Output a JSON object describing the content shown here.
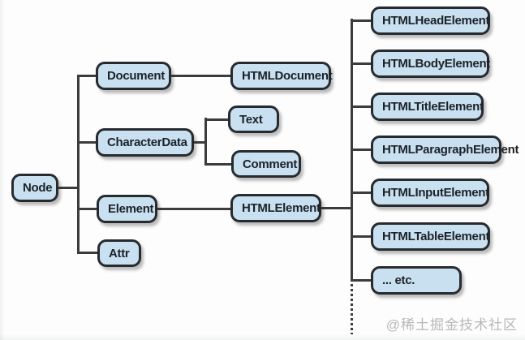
{
  "diagram": {
    "nodes": {
      "node": "Node",
      "document": "Document",
      "htmldocument": "HTMLDocument",
      "characterdata": "CharacterData",
      "text": "Text",
      "comment": "Comment",
      "element": "Element",
      "htmlelement": "HTMLElement",
      "attr": "Attr",
      "head": "HTMLHeadElement",
      "body": "HTMLBodyElement",
      "title": "HTMLTitleElement",
      "paragraph": "HTMLParagraphElement",
      "input": "HTMLInputElement",
      "table": "HTMLTableElement",
      "etc": "... etc."
    },
    "edges": [
      [
        "Node",
        "Document"
      ],
      [
        "Node",
        "CharacterData"
      ],
      [
        "Node",
        "Element"
      ],
      [
        "Node",
        "Attr"
      ],
      [
        "Document",
        "HTMLDocument"
      ],
      [
        "CharacterData",
        "Text"
      ],
      [
        "CharacterData",
        "Comment"
      ],
      [
        "Element",
        "HTMLElement"
      ],
      [
        "HTMLElement",
        "HTMLHeadElement"
      ],
      [
        "HTMLElement",
        "HTMLBodyElement"
      ],
      [
        "HTMLElement",
        "HTMLTitleElement"
      ],
      [
        "HTMLElement",
        "HTMLParagraphElement"
      ],
      [
        "HTMLElement",
        "HTMLInputElement"
      ],
      [
        "HTMLElement",
        "HTMLTableElement"
      ],
      [
        "HTMLElement",
        "... etc."
      ]
    ],
    "watermark": "@稀土掘金技术社区",
    "colors": {
      "box_fill": "#c9e0f0",
      "box_border": "#272b30",
      "line": "#3c3c3c",
      "text": "#1c2228",
      "watermark": "#b8b8b8",
      "bg": "#fdfdfd"
    }
  }
}
